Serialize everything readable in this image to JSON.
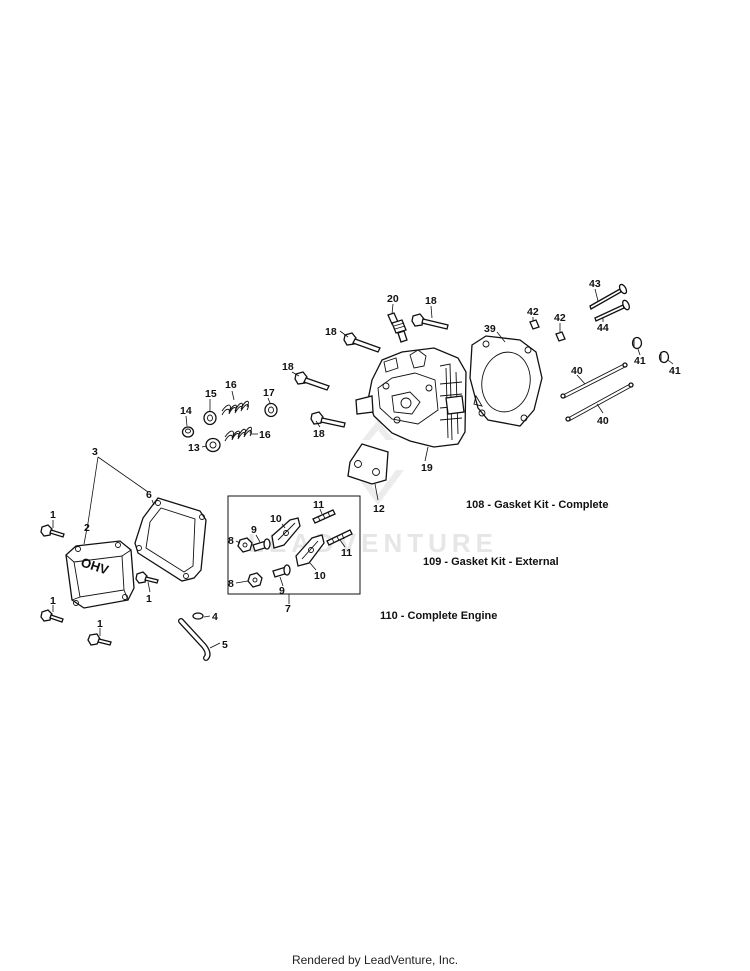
{
  "watermark": "LEADVENTURE",
  "footer": "Rendered by LeadVenture, Inc.",
  "kits": {
    "gasket_complete": "108 - Gasket Kit - Complete",
    "gasket_external": "109 - Gasket Kit - External",
    "complete_engine": "110 - Complete Engine"
  },
  "callouts": {
    "c1a": "1",
    "c1b": "1",
    "c1c": "1",
    "c1d": "1",
    "c2": "2",
    "c3": "3",
    "c4": "4",
    "c5": "5",
    "c6": "6",
    "c7": "7",
    "c8a": "8",
    "c8b": "8",
    "c9a": "9",
    "c9b": "9",
    "c10a": "10",
    "c10b": "10",
    "c11a": "11",
    "c11b": "11",
    "c12": "12",
    "c13": "13",
    "c14": "14",
    "c15": "15",
    "c16a": "16",
    "c16b": "16",
    "c17": "17",
    "c18a": "18",
    "c18b": "18",
    "c18c": "18",
    "c18d": "18",
    "c19": "19",
    "c20": "20",
    "c39": "39",
    "c40a": "40",
    "c40b": "40",
    "c41a": "41",
    "c41b": "41",
    "c42a": "42",
    "c42b": "42",
    "c43": "43",
    "c44": "44"
  },
  "valve_cover_text": "OHV"
}
